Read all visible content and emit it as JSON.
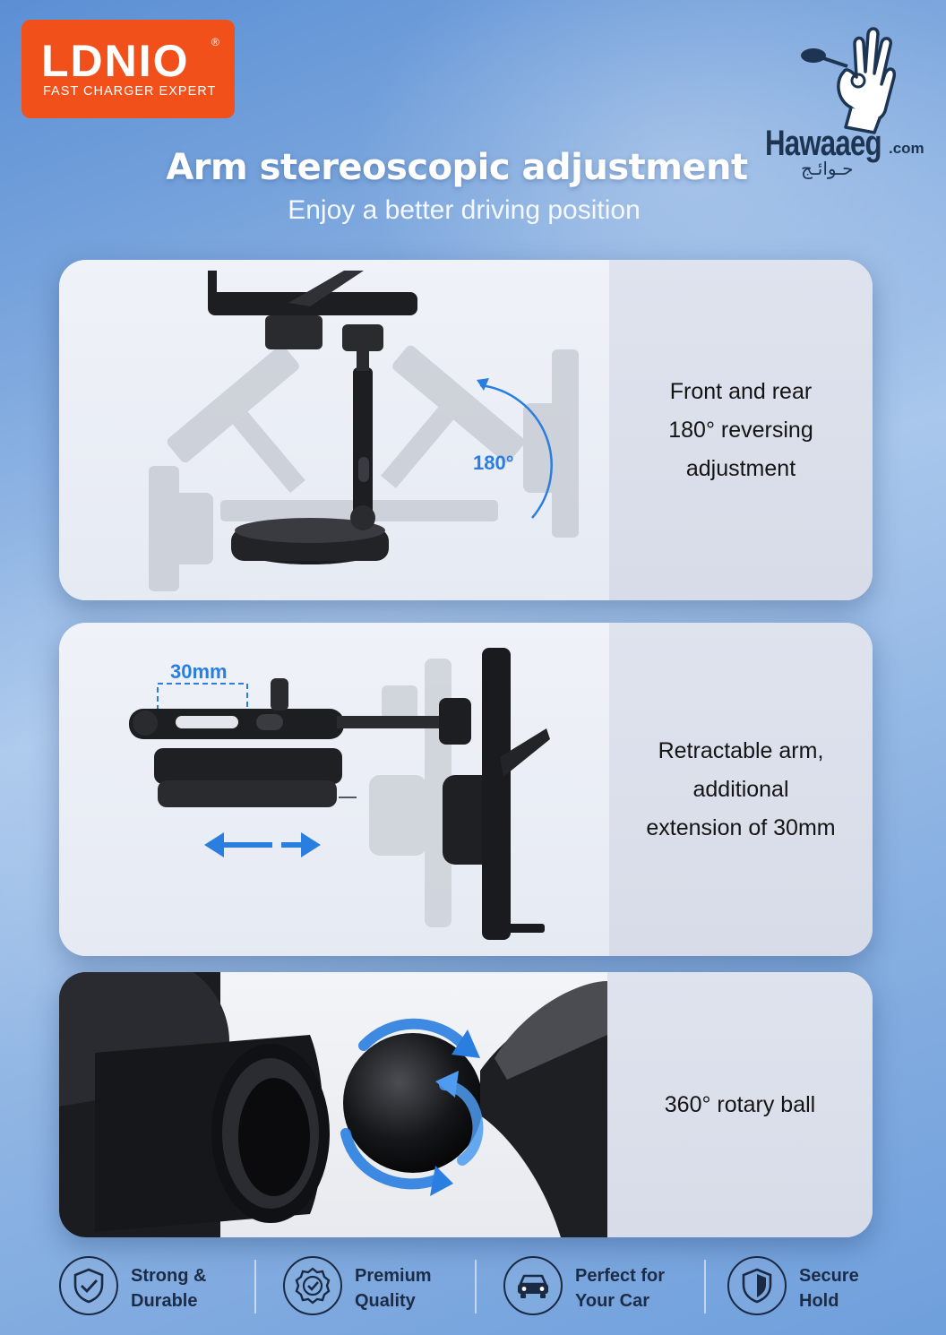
{
  "brand": {
    "name": "LDNIO",
    "registered": "®",
    "tagline": "FAST CHARGER EXPERT",
    "color": "#f2501b"
  },
  "watermark": {
    "name": "Hawaaeg",
    "suffix": ".com",
    "arabic": "حـوائـج",
    "icon": "ok-hand-icon"
  },
  "header": {
    "title": "Arm stereoscopic  adjustment",
    "subtitle": "Enjoy a better driving position"
  },
  "cards": [
    {
      "lines": [
        "Front and rear",
        "180° reversing",
        "adjustment"
      ],
      "annotation": "180°"
    },
    {
      "lines": [
        "Retractable arm,",
        "additional",
        "extension of 30mm"
      ],
      "annotation": "30mm"
    },
    {
      "lines": [
        "360° rotary ball"
      ]
    }
  ],
  "features": [
    {
      "line1": "Strong &",
      "line2": "Durable",
      "icon": "shield-check-icon"
    },
    {
      "line1": "Premium",
      "line2": "Quality",
      "icon": "quality-badge-icon"
    },
    {
      "line1": "Perfect for",
      "line2": "Your Car",
      "icon": "car-icon"
    },
    {
      "line1": "Secure",
      "line2": "Hold",
      "icon": "shield-icon"
    }
  ],
  "colors": {
    "accent_blue": "#2a7ee0",
    "text_dark": "#1c2c46"
  }
}
